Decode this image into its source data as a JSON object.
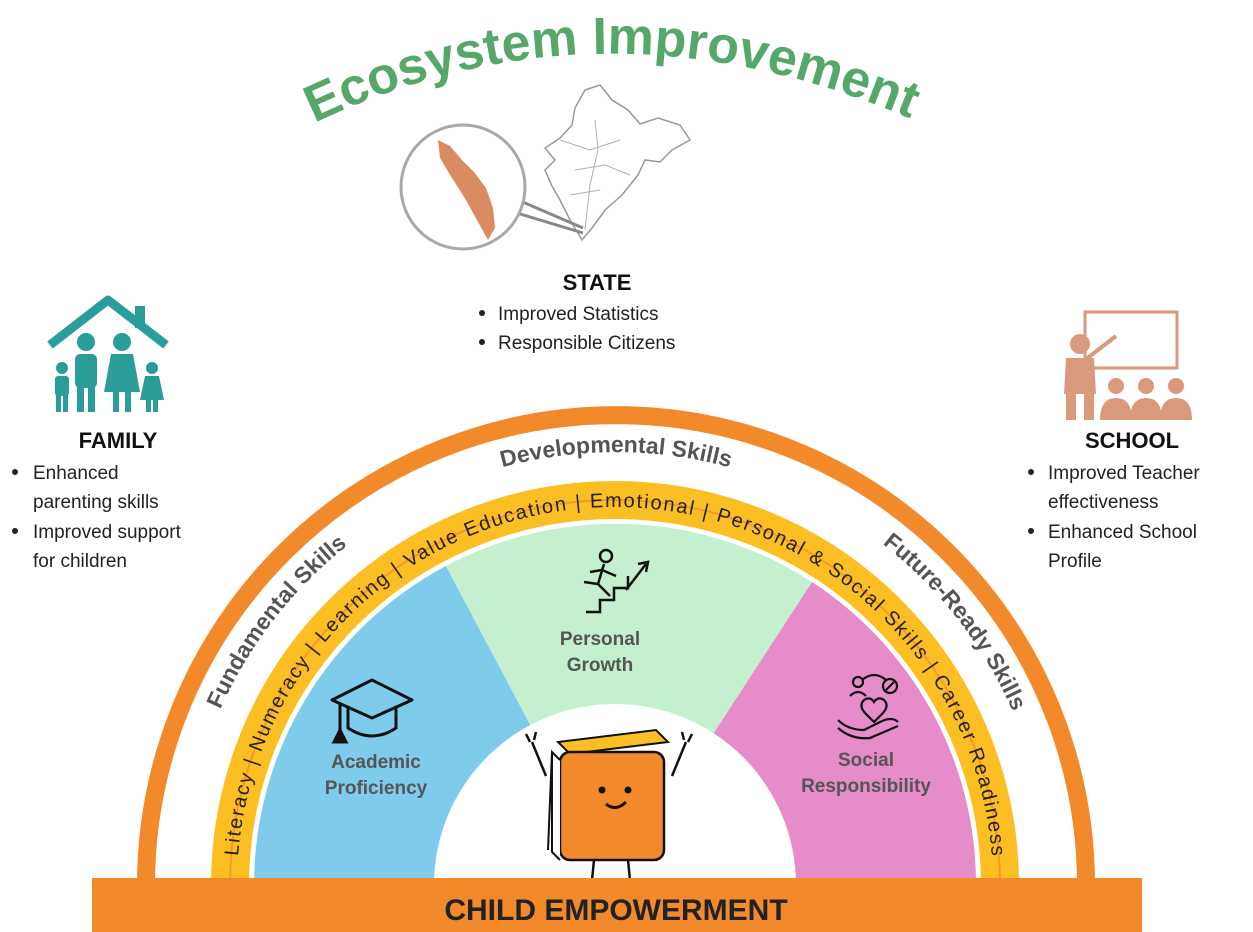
{
  "title": "Ecosystem Improvement",
  "colors": {
    "title_green": "#55a86a",
    "outer_orange": "#f28a2c",
    "band_yellow": "#fbbf24",
    "academic_blue": "#7fcbec",
    "personal_green": "#c4f0d0",
    "social_pink": "#e68cc8",
    "family_teal": "#2a9d9a",
    "school_tan": "#d89a7a",
    "kerala_tan": "#d98c62"
  },
  "state": {
    "title": "STATE",
    "bullets": [
      "Improved Statistics",
      "Responsible Citizens"
    ]
  },
  "family": {
    "title": "FAMILY",
    "bullets": [
      [
        "Enhanced",
        "parenting skills"
      ],
      [
        "Improved support",
        "for children"
      ]
    ]
  },
  "school": {
    "title": "SCHOOL",
    "bullets": [
      [
        "Improved Teacher",
        "effectiveness"
      ],
      [
        "Enhanced School",
        "Profile"
      ]
    ]
  },
  "outer_arc": {
    "left": "Fundamental Skills",
    "top": "Developmental Skills",
    "right": "Future-Ready Skills"
  },
  "skills_band": "Literacy | Numeracy | Learning | Value Education | Emotional | Personal & Social Skills | Career Readiness",
  "segments": {
    "academic": [
      "Academic",
      "Proficiency"
    ],
    "personal": [
      "Personal",
      "Growth"
    ],
    "social": [
      "Social",
      "Responsibility"
    ]
  },
  "base": "CHILD EMPOWERMENT",
  "icons": [
    "india-map-icon",
    "kerala-map-icon",
    "family-house-icon",
    "teacher-classroom-icon",
    "graduation-cap-icon",
    "stair-climber-icon",
    "caring-hands-icon",
    "book-mascot-icon"
  ]
}
